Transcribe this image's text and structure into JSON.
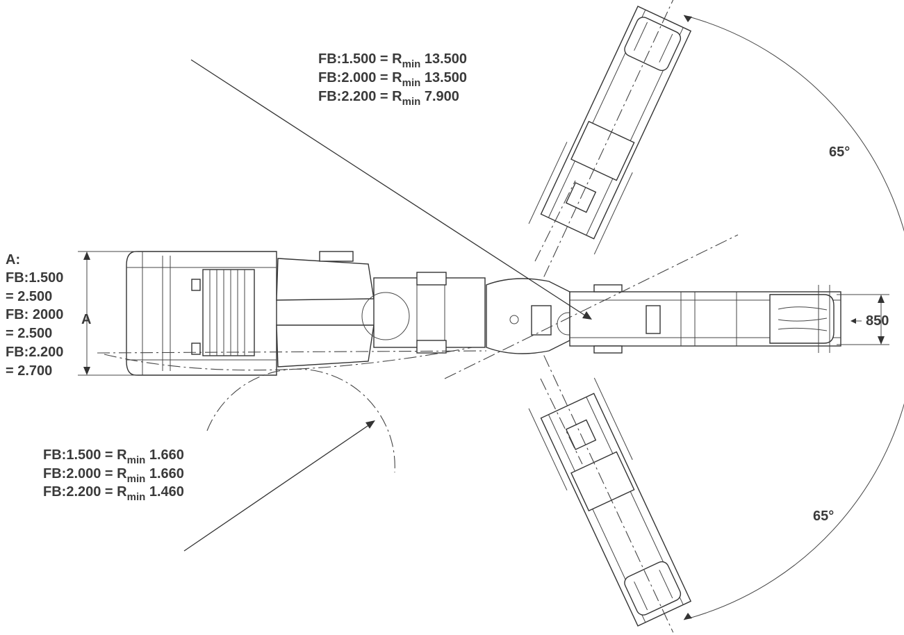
{
  "drawing": "telehandler top view turning geometry",
  "colors": {
    "line": "#333333",
    "text": "#3a3a3a",
    "background": "#ffffff"
  },
  "labels": {
    "outer_radius": [
      {
        "prefix": "FB:1.500 = R",
        "sub": "min",
        "value": "13.500"
      },
      {
        "prefix": "FB:2.000 = R",
        "sub": "min",
        "value": "13.500"
      },
      {
        "prefix": "FB:2.200 = R",
        "sub": "min",
        "value": "7.900"
      }
    ],
    "inner_radius": [
      {
        "prefix": "FB:1.500 = R",
        "sub": "min",
        "value": "1.660"
      },
      {
        "prefix": "FB:2.000 = R",
        "sub": "min",
        "value": "1.660"
      },
      {
        "prefix": "FB:2.200 = R",
        "sub": "min",
        "value": "1.460"
      }
    ],
    "width_a_table": [
      "A:",
      "FB:1.500",
      "= 2.500",
      "FB: 2000",
      "= 2.500",
      "FB:2.200",
      "= 2.700"
    ],
    "dimension_a": "A",
    "track_width": "850",
    "angle_top": "65°",
    "angle_bottom": "65°"
  }
}
